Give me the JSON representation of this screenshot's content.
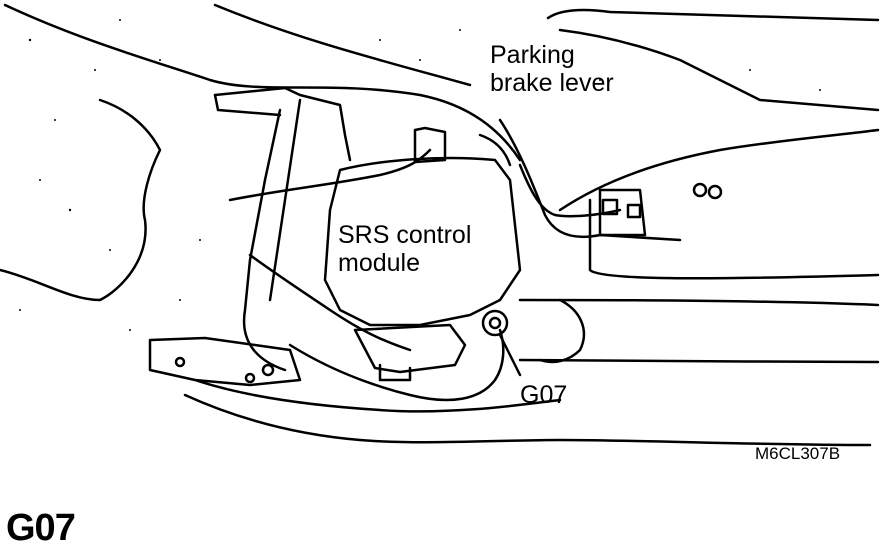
{
  "labels": {
    "parking_brake_line1": "Parking",
    "parking_brake_line2": "brake lever",
    "srs_line1": "SRS control",
    "srs_line2": "module",
    "ground_point": "G07",
    "figure_code": "M6CL307B"
  },
  "caption": "G07",
  "colors": {
    "ink": "#000000",
    "paper": "#ffffff"
  }
}
